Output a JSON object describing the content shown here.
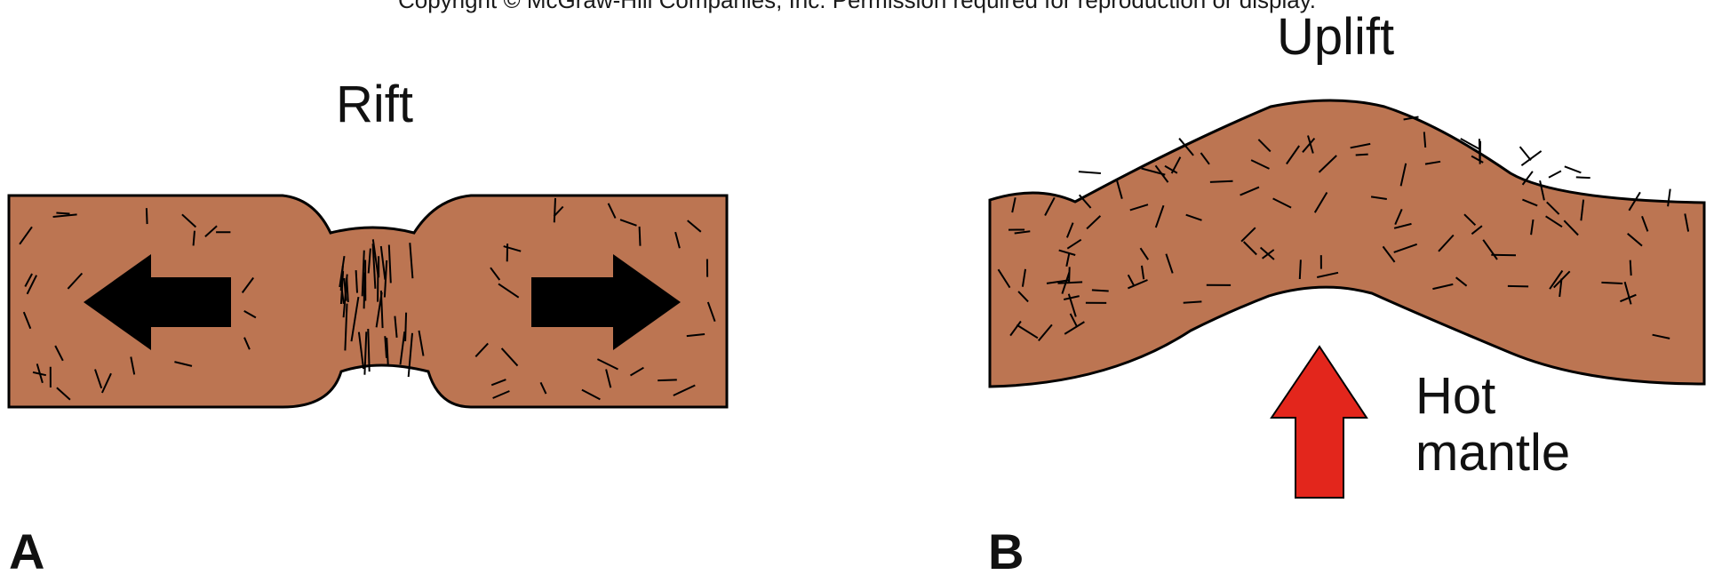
{
  "copyright": "Copyright © McGraw-Hill Companies, Inc. Permission required for reproduction or display.",
  "panels": {
    "a": {
      "letter": "A",
      "title": "Rift"
    },
    "b": {
      "letter": "B",
      "title": "Uplift",
      "arrow_label_line1": "Hot",
      "arrow_label_line2": "mantle"
    }
  },
  "colors": {
    "crust": "#bc7552",
    "outline": "#000000",
    "extension_arrows": "#000000",
    "mantle_arrow": "#e3261c"
  }
}
